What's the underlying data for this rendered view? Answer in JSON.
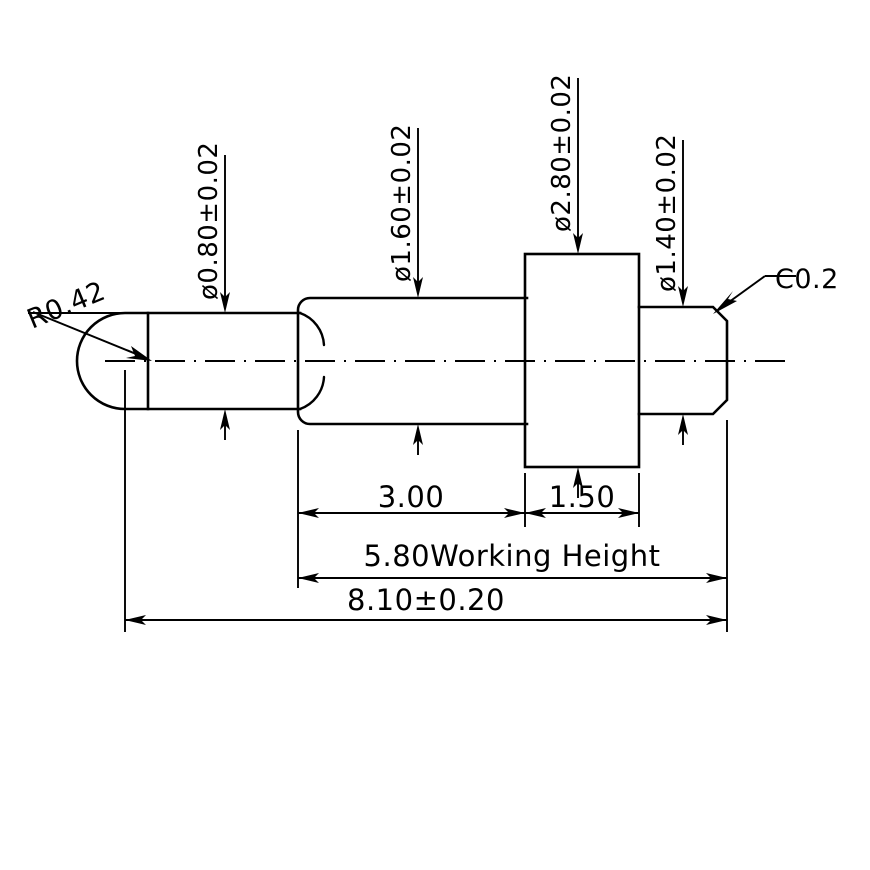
{
  "drawing": {
    "title": "Spring Loaded Pogo Pin Cross-Section Dimensional Drawing",
    "units": "mm",
    "line_color": "#000000",
    "background_color": "#ffffff",
    "callouts": {
      "radius_tip": "R0.42",
      "chamfer_end": "C0.2"
    },
    "diameters": [
      {
        "id": "plunger-tip-dia",
        "label": "ø0.80±0.02",
        "nominal": 0.8,
        "tolerance": 0.02,
        "orientation": "vertical"
      },
      {
        "id": "barrel-dia",
        "label": "ø1.60±0.02",
        "nominal": 1.6,
        "tolerance": 0.02,
        "orientation": "vertical"
      },
      {
        "id": "flange-dia",
        "label": "ø2.80±0.02",
        "nominal": 2.8,
        "tolerance": 0.02,
        "orientation": "vertical"
      },
      {
        "id": "tail-dia",
        "label": "ø1.40±0.02",
        "nominal": 1.4,
        "tolerance": 0.02,
        "orientation": "vertical"
      }
    ],
    "lengths": [
      {
        "id": "barrel-length",
        "label": "3.00",
        "nominal": 3.0
      },
      {
        "id": "flange-length",
        "label": "1.50",
        "nominal": 1.5
      },
      {
        "id": "working-height",
        "label": "5.80Working  Height",
        "nominal": 5.8
      },
      {
        "id": "overall-length",
        "label": "8.10±0.20",
        "nominal": 8.1,
        "tolerance": 0.2
      }
    ]
  }
}
